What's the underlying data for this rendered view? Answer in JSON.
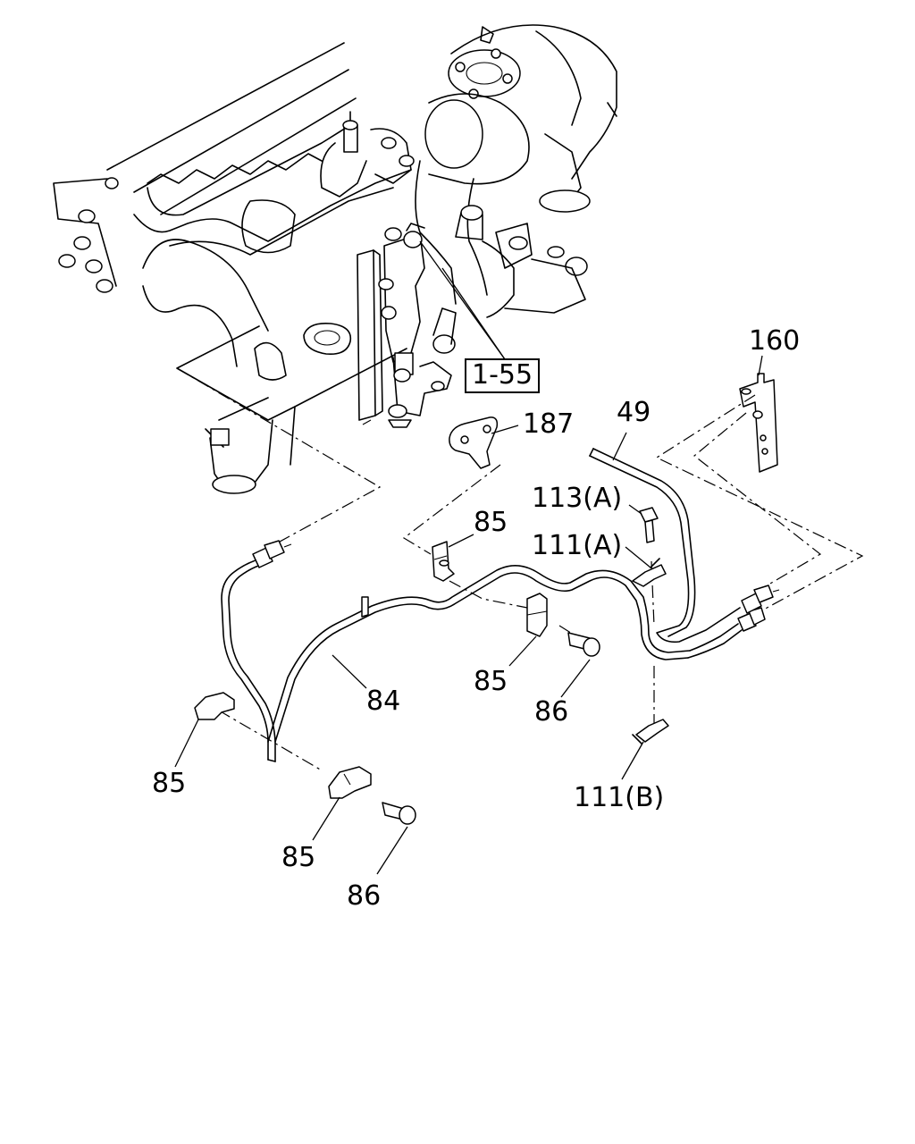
{
  "reference": "1-55",
  "labels": {
    "p160": "160",
    "p187": "187",
    "p49": "49",
    "p113a": "113(A)",
    "p111a": "111(A)",
    "p85_a": "85",
    "p85_b": "85",
    "p84": "84",
    "p86_a": "86",
    "p85_c": "85",
    "p85_d": "85",
    "p86_b": "86",
    "p111b": "111(B)"
  }
}
